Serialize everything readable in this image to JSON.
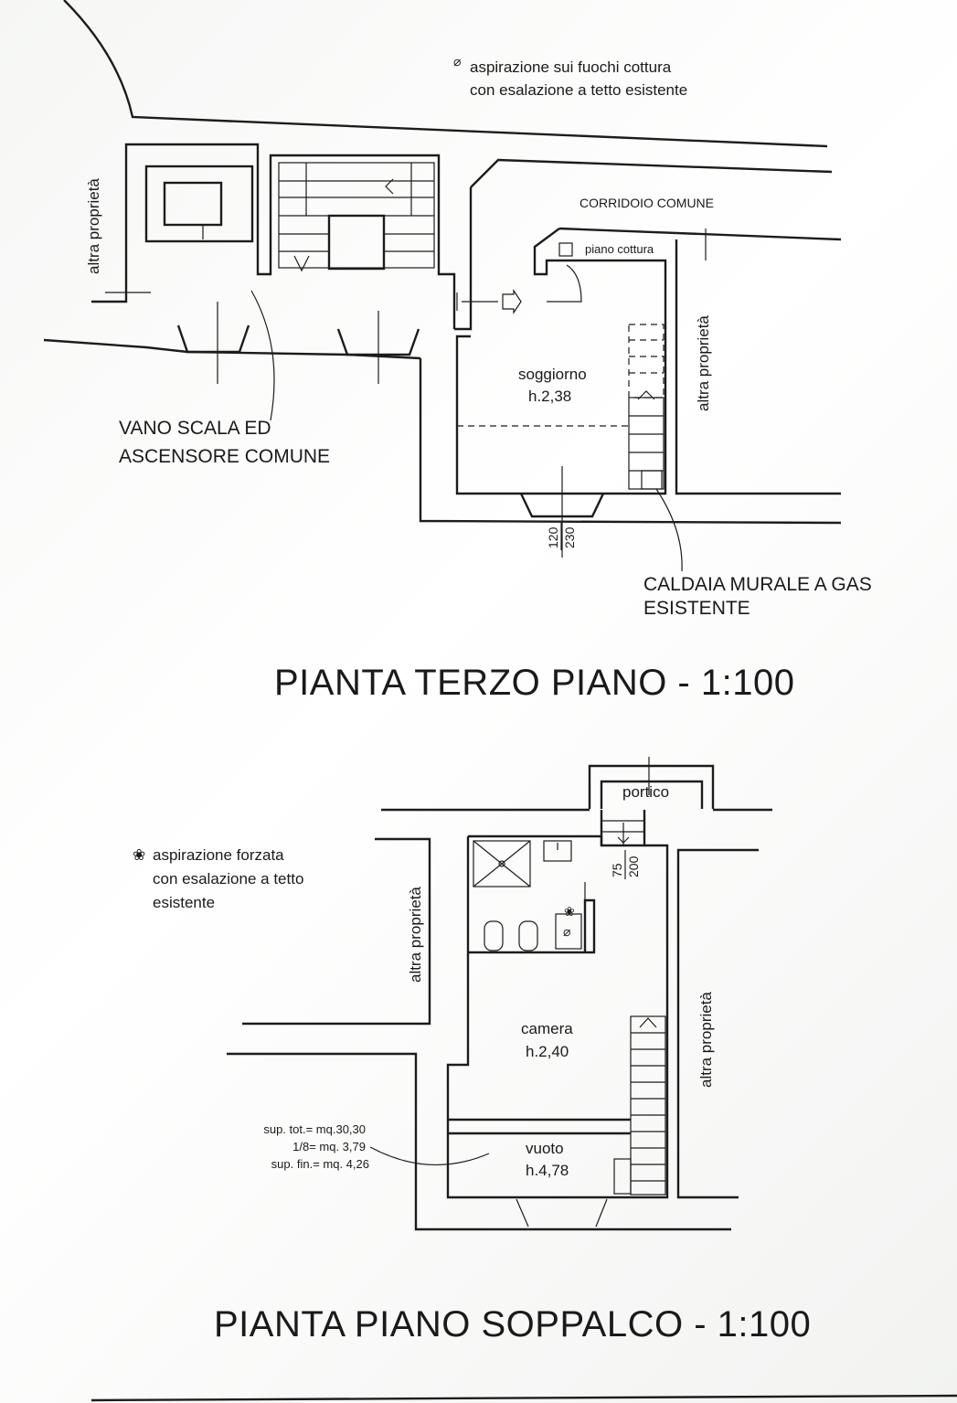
{
  "third_floor": {
    "note_symbol": "⌀",
    "note_line1": "aspirazione sui fuochi cottura",
    "note_line2": "con esalazione a tetto esistente",
    "corridor": "CORRIDOIO COMUNE",
    "cooktop": "piano cottura",
    "other_property_left": "altra proprietà",
    "other_property_right": "altra proprietà",
    "room_name": "soggiorno",
    "room_height": "h.2,38",
    "stair_line1": "VANO SCALA ED",
    "stair_line2": "ASCENSORE COMUNE",
    "window_dim_top": "120",
    "window_dim_bottom": "230",
    "boiler_line1": "CALDAIA MURALE A GAS",
    "boiler_line2": "ESISTENTE",
    "title": "PIANTA TERZO PIANO - 1:100"
  },
  "mezzanine": {
    "note_symbol": "❀",
    "note_line1": "aspirazione forzata",
    "note_line2": "con esalazione a tetto",
    "note_line3": "esistente",
    "portico": "portico",
    "dim_top": "75",
    "dim_bottom": "200",
    "other_property_left": "altra proprietà",
    "other_property_right": "altra proprietà",
    "room_name": "camera",
    "room_height": "h.2,40",
    "void_name": "vuoto",
    "void_height": "h.4,78",
    "area_line1": "sup. tot.= mq.30,30",
    "area_line2": "1/8= mq. 3,79",
    "area_line3": "sup. fin.= mq. 4,26",
    "title": "PIANTA PIANO SOPPALCO - 1:100"
  }
}
